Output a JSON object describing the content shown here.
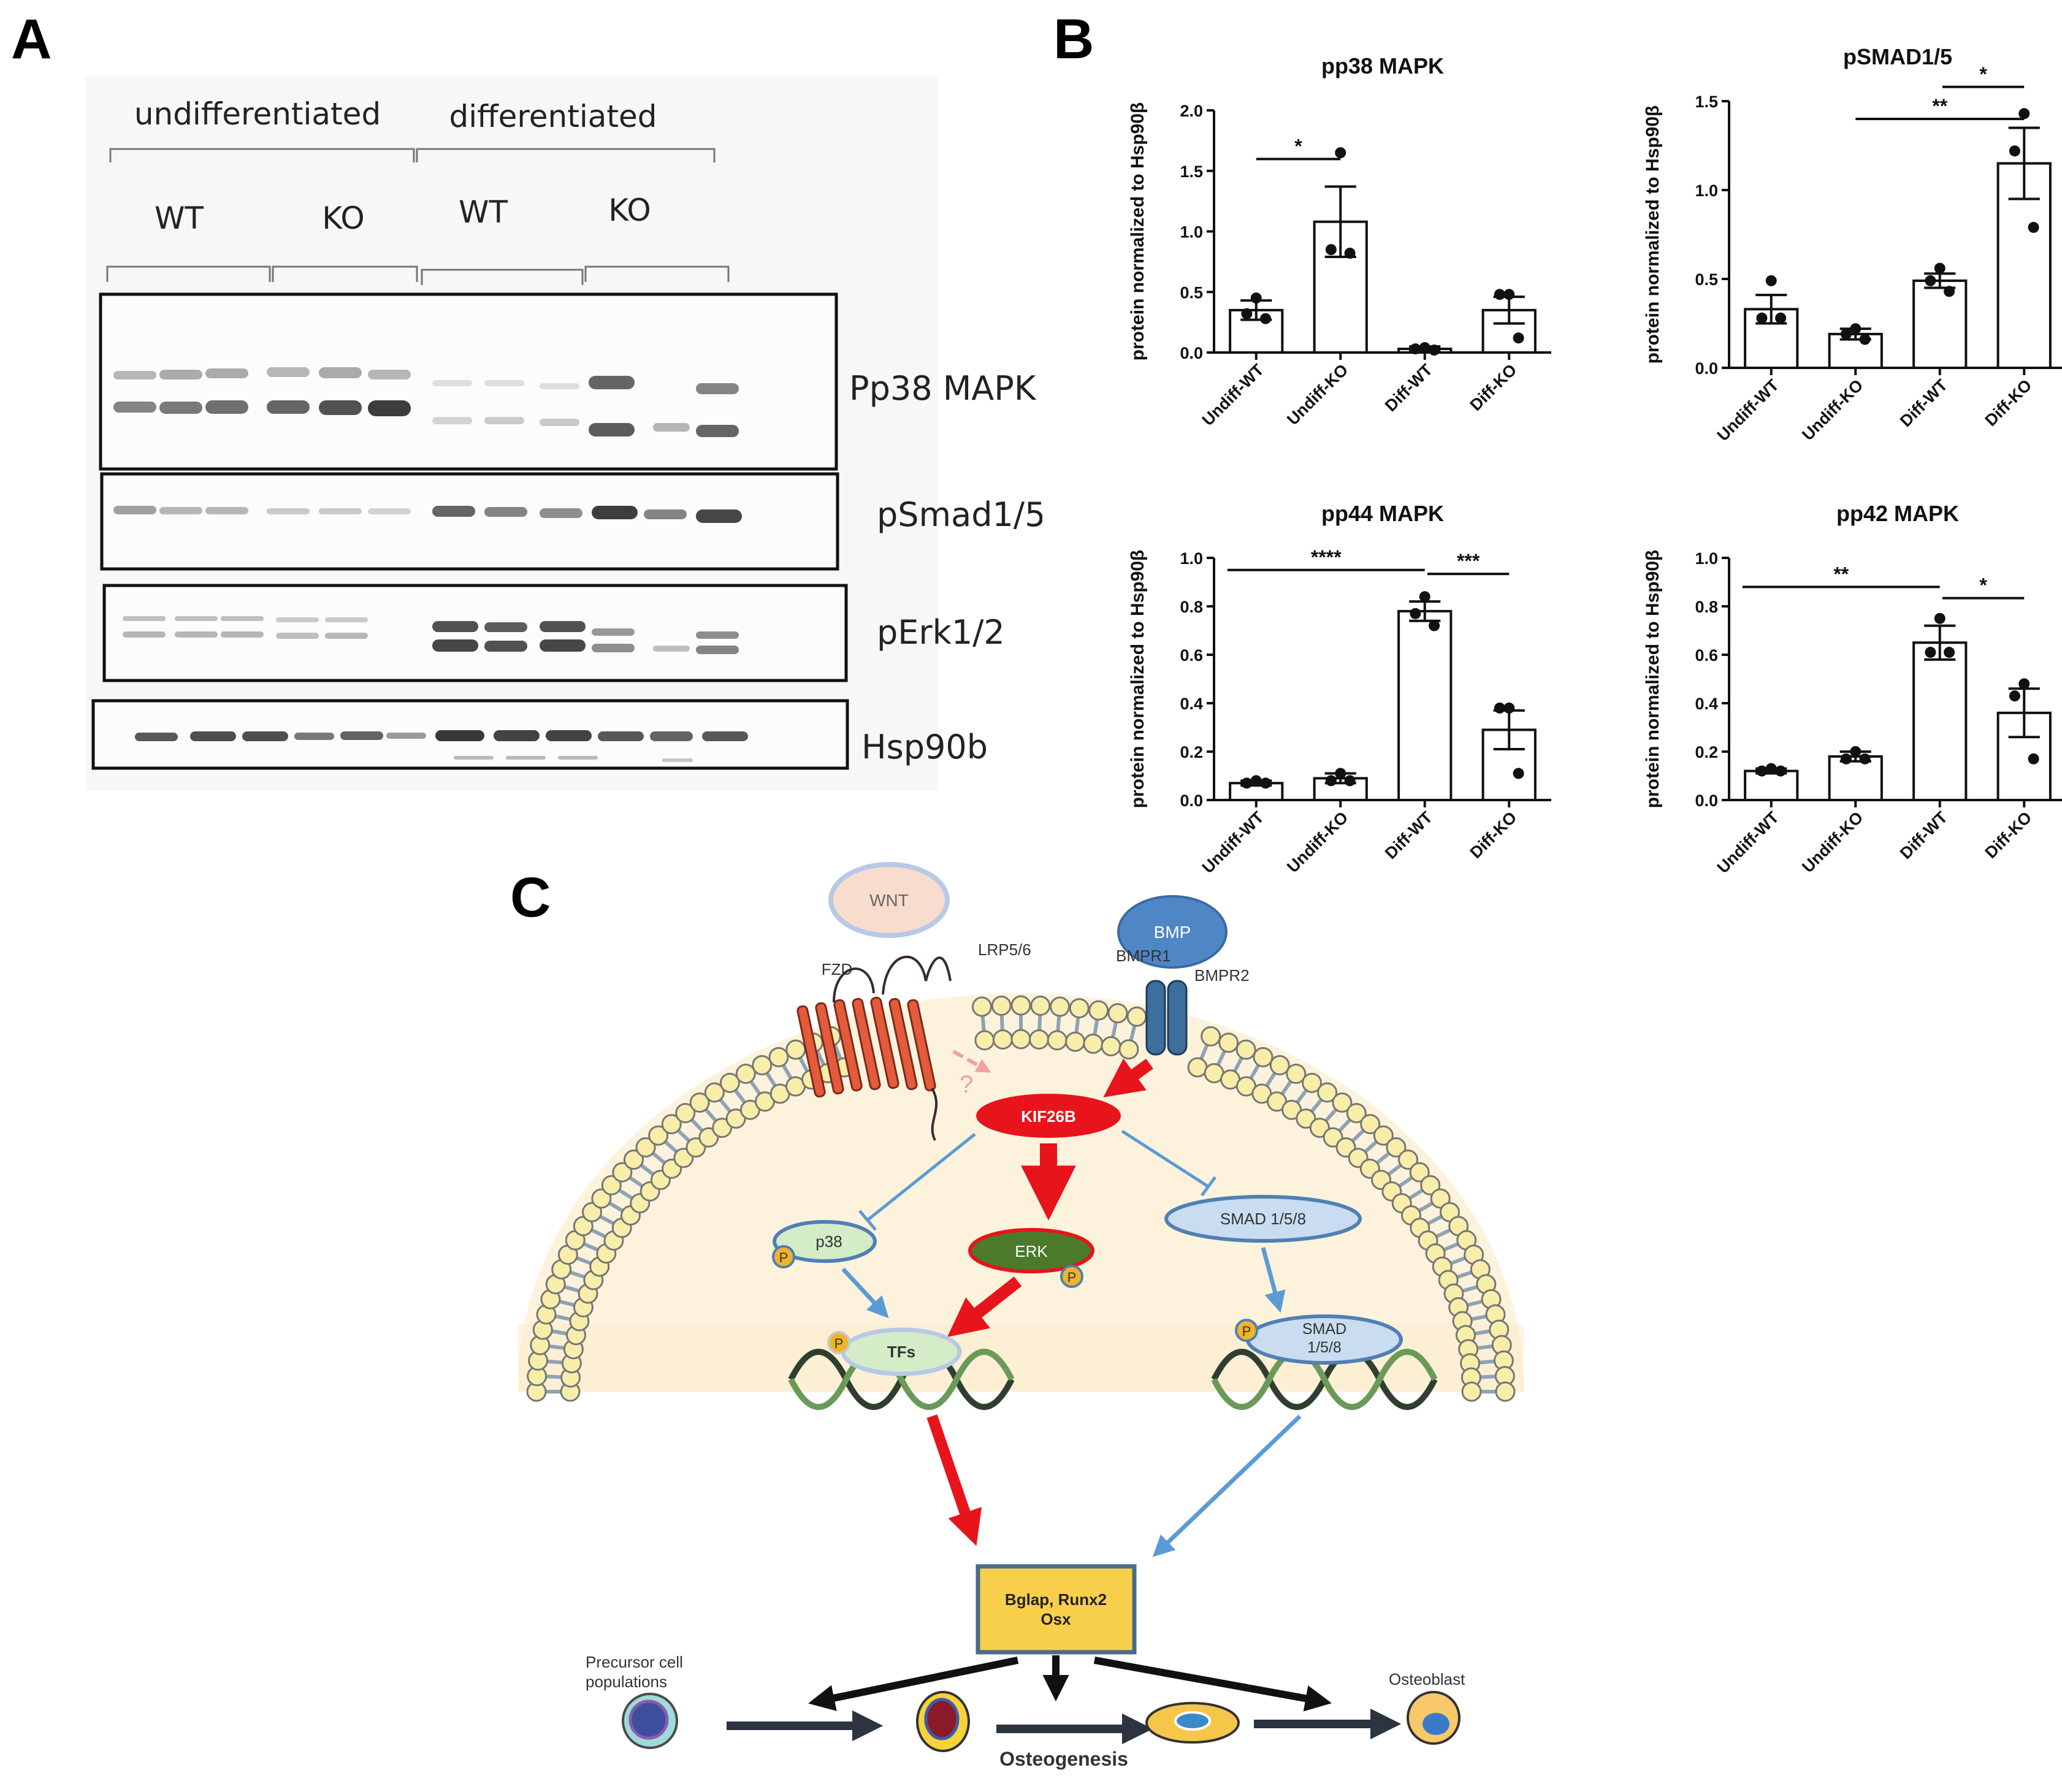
{
  "panels": {
    "a": "A",
    "b": "B",
    "c": "C"
  },
  "blot": {
    "group_labels": [
      "undifferentiated",
      "differentiated"
    ],
    "genotype_labels": [
      "WT",
      "KO",
      "WT",
      "KO"
    ],
    "band_labels": [
      "Pp38 MAPK",
      "pSmad1/5",
      "pErk1/2",
      "Hsp90b"
    ]
  },
  "chart_data": [
    {
      "type": "bar",
      "title": "pp38 MAPK",
      "ylabel": "protein normalized to Hsp90β",
      "categories": [
        "Undiff-WT",
        "Undiff-KO",
        "Diff-WT",
        "Diff-KO"
      ],
      "values": [
        0.35,
        1.08,
        0.03,
        0.35
      ],
      "errors": [
        0.08,
        0.29,
        0.02,
        0.11
      ],
      "points": [
        [
          0.45,
          0.32,
          0.28
        ],
        [
          1.65,
          0.85,
          0.82
        ],
        [
          0.04,
          0.03,
          0.02
        ],
        [
          0.48,
          0.48,
          0.12
        ]
      ],
      "ylim": [
        0,
        2.0
      ],
      "yticks": [
        "0.0",
        "0.5",
        "1.0",
        "1.5",
        "2.0"
      ],
      "significance": [
        {
          "from": 0,
          "to": 1,
          "label": "*"
        }
      ]
    },
    {
      "type": "bar",
      "title": "pSMAD1/5",
      "ylabel": "protein normalized to Hsp90β",
      "categories": [
        "Undiff-WT",
        "Undiff-KO",
        "Diff-WT",
        "Diff-KO"
      ],
      "values": [
        0.33,
        0.19,
        0.49,
        1.15
      ],
      "errors": [
        0.08,
        0.03,
        0.04,
        0.2
      ],
      "points": [
        [
          0.49,
          0.28,
          0.28
        ],
        [
          0.22,
          0.19,
          0.16
        ],
        [
          0.56,
          0.49,
          0.43
        ],
        [
          1.43,
          1.22,
          0.79
        ]
      ],
      "ylim": [
        0,
        1.5
      ],
      "yticks": [
        "0.0",
        "0.5",
        "1.0",
        "1.5"
      ],
      "significance": [
        {
          "from": 1,
          "to": 3,
          "label": "**"
        },
        {
          "from": 2,
          "to": 3,
          "label": "*"
        }
      ]
    },
    {
      "type": "bar",
      "title": "pp44 MAPK",
      "ylabel": "protein normalized to Hsp90β",
      "categories": [
        "Undiff-WT",
        "Undiff-KO",
        "Diff-WT",
        "Diff-KO"
      ],
      "values": [
        0.07,
        0.09,
        0.78,
        0.29
      ],
      "errors": [
        0.01,
        0.02,
        0.04,
        0.08
      ],
      "points": [
        [
          0.08,
          0.07,
          0.07
        ],
        [
          0.11,
          0.08,
          0.08
        ],
        [
          0.84,
          0.77,
          0.72
        ],
        [
          0.38,
          0.38,
          0.11
        ]
      ],
      "ylim": [
        0,
        1.0
      ],
      "yticks": [
        "0.0",
        "0.2",
        "0.4",
        "0.6",
        "0.8",
        "1.0"
      ],
      "significance": [
        {
          "from": 0,
          "to": 2,
          "label": "****"
        },
        {
          "from": 2,
          "to": 3,
          "label": "***"
        }
      ]
    },
    {
      "type": "bar",
      "title": "pp42 MAPK",
      "ylabel": "protein normalized to Hsp90β",
      "categories": [
        "Undiff-WT",
        "Undiff-KO",
        "Diff-WT",
        "Diff-KO"
      ],
      "values": [
        0.12,
        0.18,
        0.65,
        0.36
      ],
      "errors": [
        0.01,
        0.02,
        0.07,
        0.1
      ],
      "points": [
        [
          0.13,
          0.12,
          0.12
        ],
        [
          0.2,
          0.17,
          0.17
        ],
        [
          0.75,
          0.61,
          0.61
        ],
        [
          0.48,
          0.43,
          0.17
        ]
      ],
      "ylim": [
        0,
        1.0
      ],
      "yticks": [
        "0.0",
        "0.2",
        "0.4",
        "0.6",
        "0.8",
        "1.0"
      ],
      "significance": [
        {
          "from": 0,
          "to": 2,
          "label": "**"
        },
        {
          "from": 2,
          "to": 3,
          "label": "*"
        }
      ]
    }
  ],
  "diagram": {
    "wnt": "WNT",
    "bmp": "BMP",
    "fzd": "FZD",
    "lrp": "LRP5/6",
    "bmpr1": "BMPR1",
    "bmpr2": "BMPR2",
    "question": "?",
    "kif26b": "KIF26B",
    "erk": "ERK",
    "p38": "p38",
    "smad": "SMAD 1/5/8",
    "smad_nuclear_1": "SMAD",
    "smad_nuclear_2": "1/5/8",
    "tfs": "TFs",
    "phospho": "P",
    "target_genes_1": "Bglap, Runx2",
    "target_genes_2": "Osx",
    "precursor_1": "Precursor cell",
    "precursor_2": "populations",
    "osteoblast": "Osteoblast",
    "osteogenesis": "Osteogenesis"
  },
  "colors": {
    "red": "#e8141c",
    "blue": "#5b9bd5",
    "erk_green": "#4a7a2a",
    "nucleus": "#fdf3dc",
    "gene_box": "#f7cf4a",
    "membrane_head": "#f8eeaa"
  }
}
